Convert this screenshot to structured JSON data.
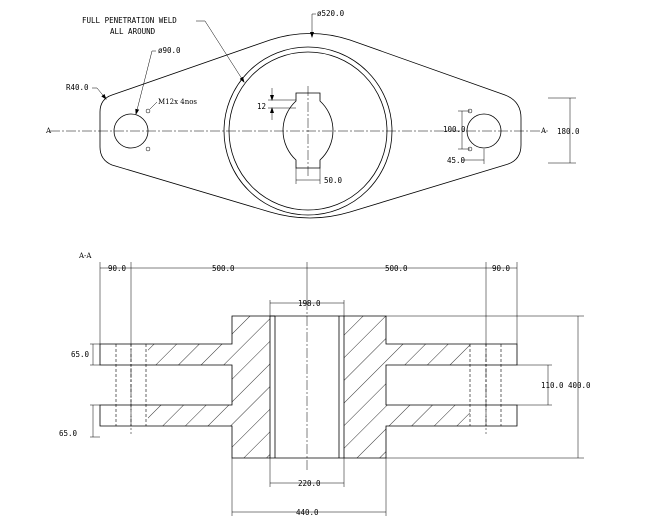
{
  "drawing": {
    "weld_note_line1": "FULL PENETRATION WELD",
    "weld_note_line2": "ALL AROUND",
    "dia_outer": "ø520.0",
    "dia_hole": "ø90.0",
    "radius": "R40.0",
    "tapped_holes": "M12x 4nos",
    "keyway_depth": "12",
    "keyway_width": "50.0",
    "hole_spacing": "100.0",
    "hole_offset": "45.0",
    "overall_width": "180.0",
    "section_marker": "A",
    "section_title": "A-A",
    "dim_left_flange": "90.0",
    "dim_left_span": "500.0",
    "dim_right_span": "500.0",
    "dim_right_flange": "90.0",
    "dim_bore_top": "198.0",
    "dim_plate_thk_top": "65.0",
    "dim_plate_thk_bot": "65.0",
    "dim_gap": "110.0",
    "dim_hub_height": "400.0",
    "dim_bore_bottom": "220.0",
    "dim_hub_width": "440.0"
  }
}
